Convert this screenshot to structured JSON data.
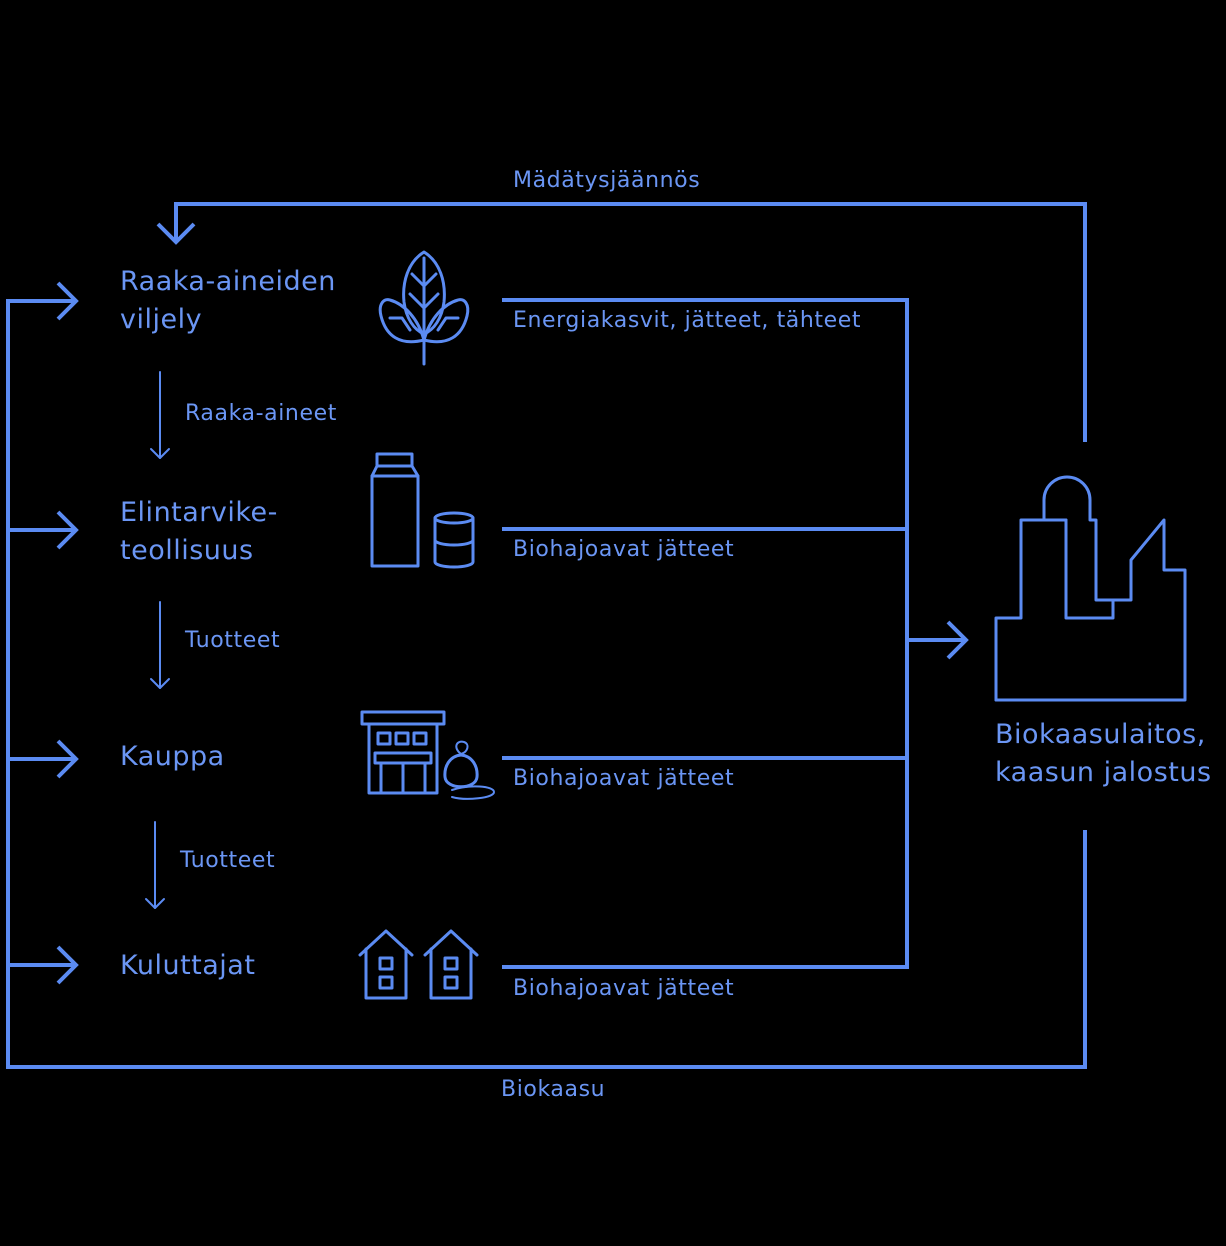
{
  "colors": {
    "background": "#000000",
    "line": "#5b8bf2",
    "text": "#6b96f4"
  },
  "stages": {
    "cultivation": "Raaka-aineiden\nviljely",
    "food_industry": "Elintarvike-\nteollisuus",
    "shop": "Kauppa",
    "consumers": "Kuluttajat"
  },
  "flows": {
    "digestate": "Mädätysjäännös",
    "raw_materials": "Raaka-aineet",
    "products_1": "Tuotteet",
    "products_2": "Tuotteet",
    "energy_crops": "Energiakasvit, jätteet, tähteet",
    "biowaste_1": "Biohajoavat jätteet",
    "biowaste_2": "Biohajoavat jätteet",
    "biowaste_3": "Biohajoavat jätteet",
    "biogas": "Biokaasu"
  },
  "plant": {
    "label": "Biokaasulaitos,\nkaasun jalostus"
  },
  "icons": {
    "cultivation": "plant-icon",
    "food_industry": "milk-carton-and-can-icon",
    "shop": "store-with-trash-bag-icon",
    "consumers": "houses-icon",
    "plant": "factory-icon"
  }
}
